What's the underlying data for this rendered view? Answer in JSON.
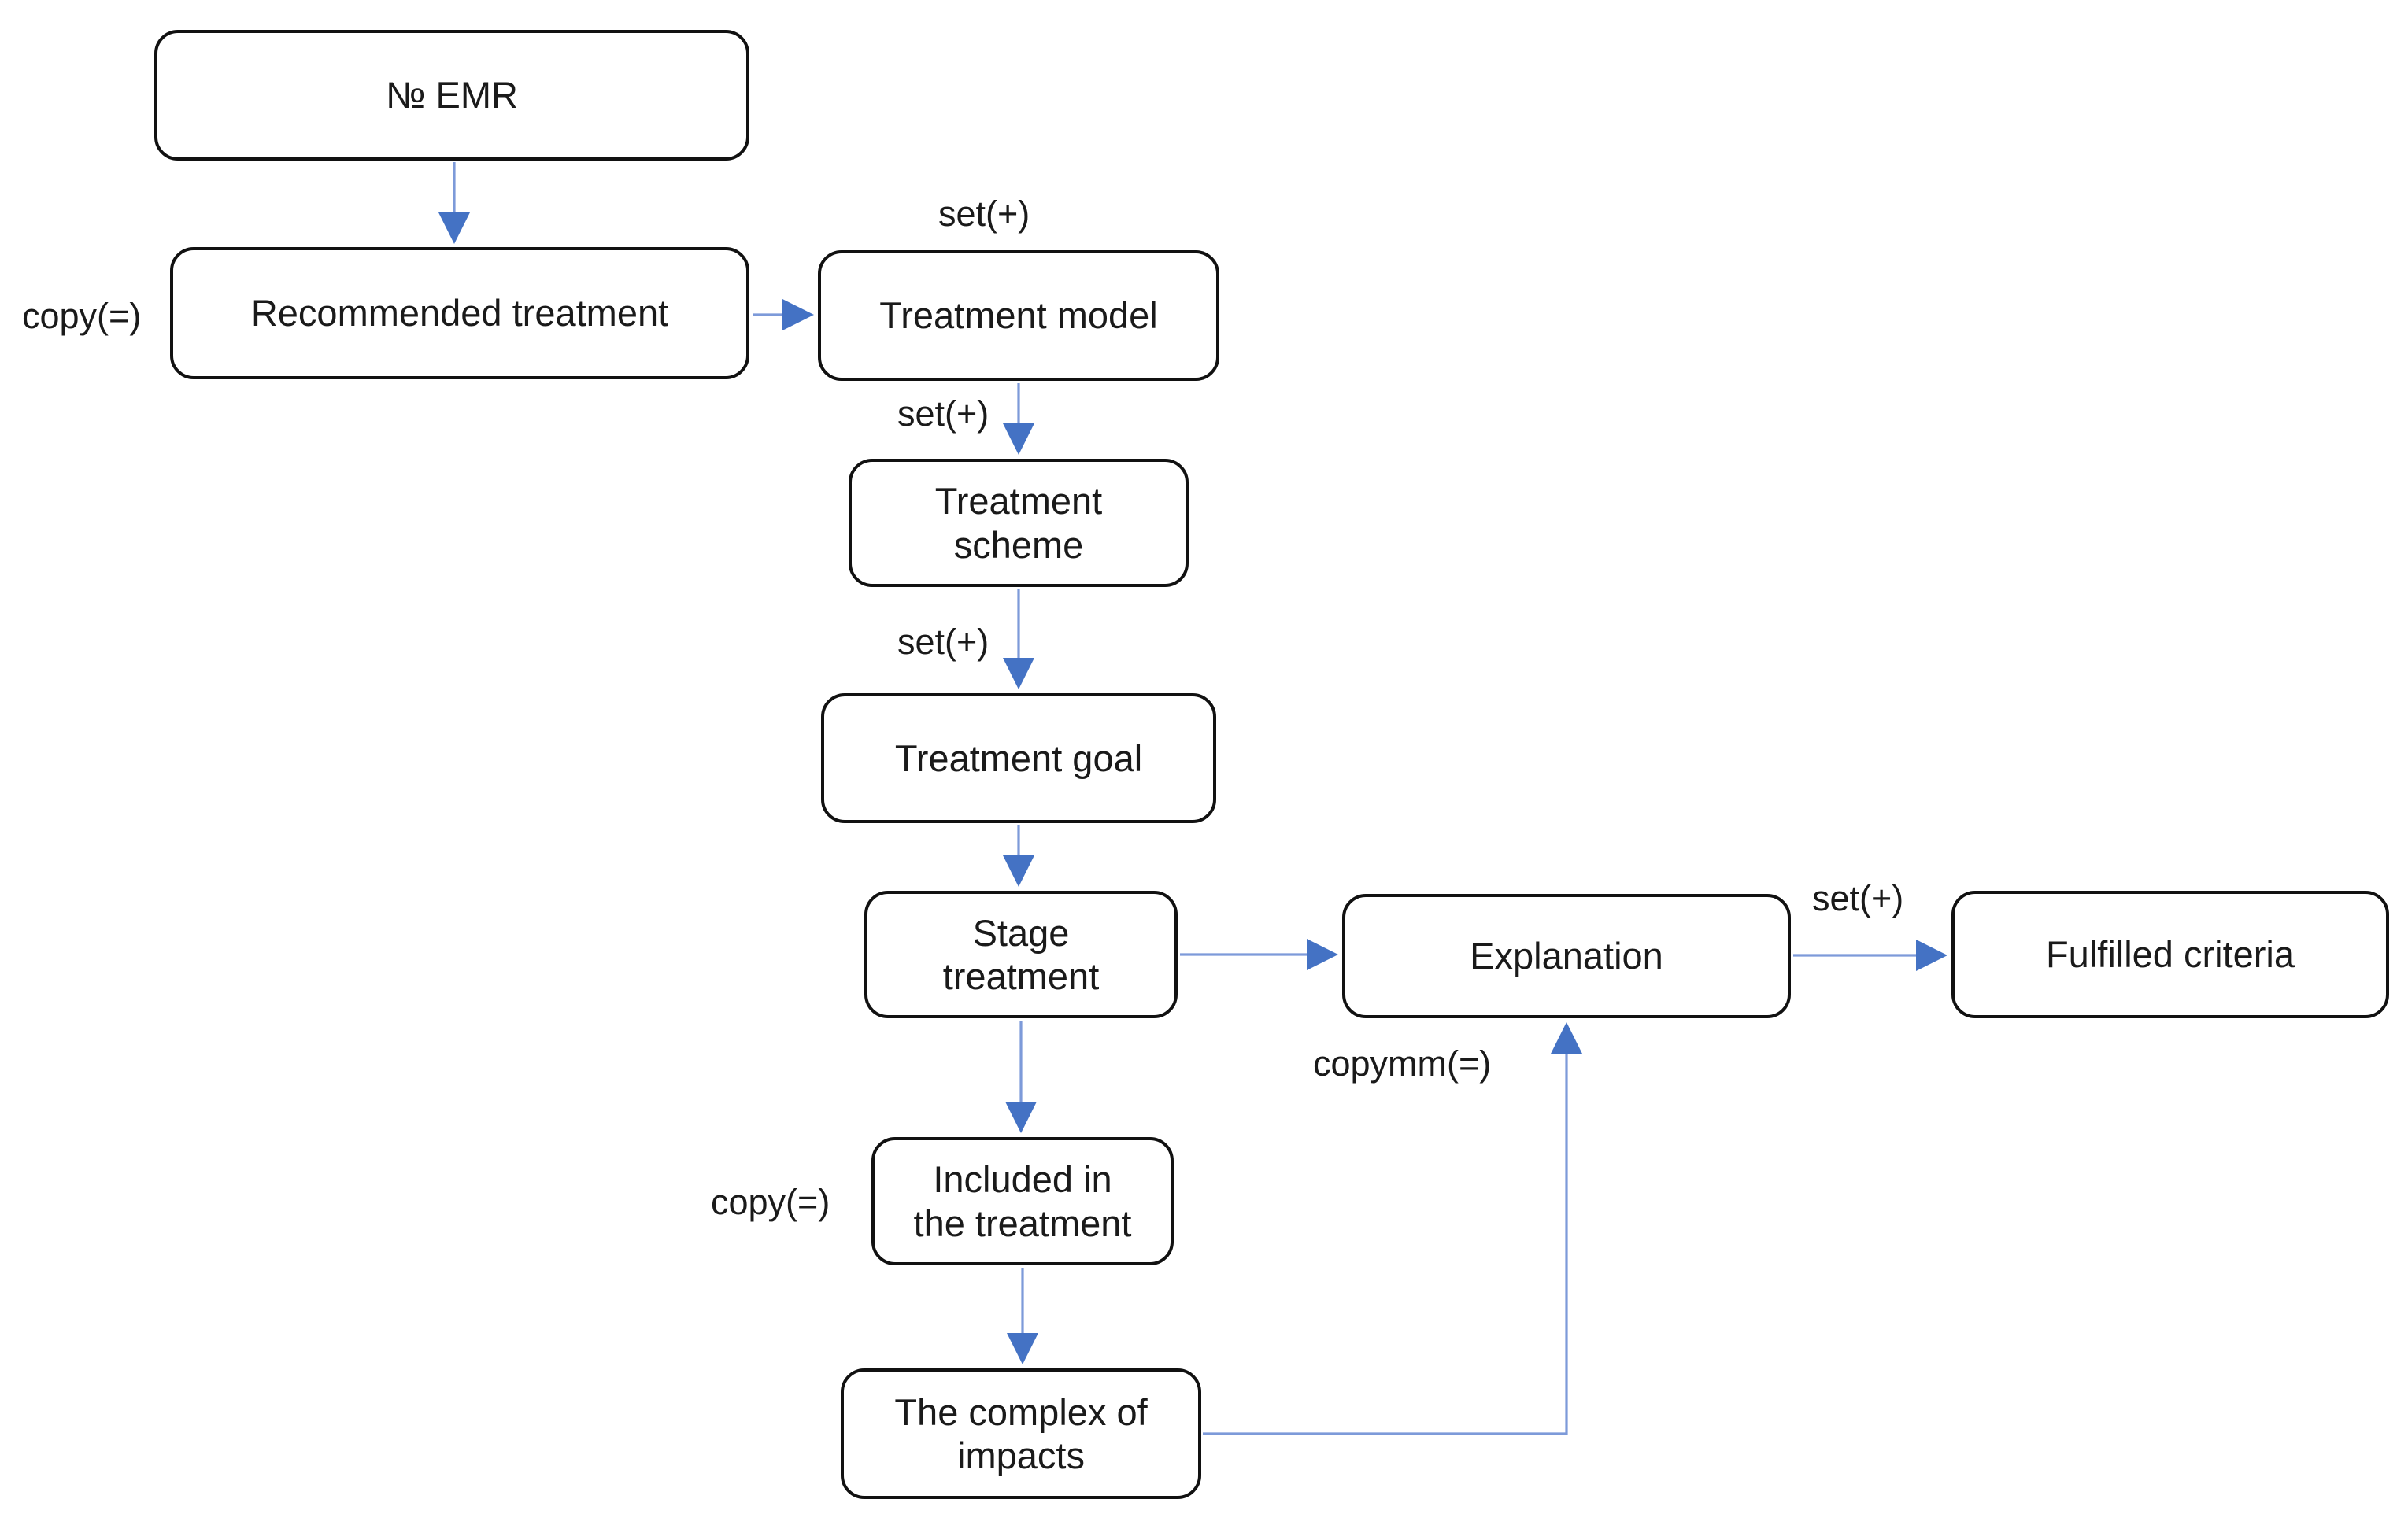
{
  "diagram": {
    "nodes": {
      "emr": "№ EMR",
      "recommended_treatment": "Recommended treatment",
      "treatment_model": "Treatment model",
      "treatment_scheme": "Treatment scheme",
      "treatment_goal": "Treatment goal",
      "stage_treatment": "Stage treatment",
      "explanation": "Explanation",
      "fulfilled_criteria": "Fulfilled criteria",
      "included_in_treatment": "Included in the treatment",
      "complex_of_impacts": "The complex of impacts"
    },
    "edge_labels": {
      "copy_recommended": "copy(=)",
      "set_above_model": "set(+)",
      "set_model_to_scheme": "set(+)",
      "set_scheme_to_goal": "set(+)",
      "set_explanation_to_fulfilled": "set(+)",
      "copymm_to_explanation": "copymm(=)",
      "copy_included": "copy(=)"
    },
    "colors": {
      "connector_line": "#7D9AD9",
      "connector_head": "#4472C4",
      "box_border": "#111111",
      "box_fill": "#FFFFFF",
      "text": "#1A1A1A",
      "background": "#FFFFFF"
    }
  }
}
